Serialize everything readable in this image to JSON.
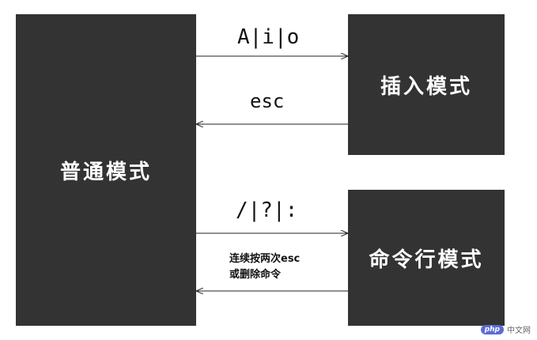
{
  "boxes": {
    "normal": "普通模式",
    "insert": "插入模式",
    "command": "命令行模式"
  },
  "transitions": {
    "to_insert": "A|i|o",
    "from_insert": "esc",
    "to_command": "/|?|:",
    "from_command_line1": "连续按两次esc",
    "from_command_line2": "或删除命令"
  },
  "watermark": {
    "logo": "php",
    "text": "中文网"
  },
  "colors": {
    "box": "#333333",
    "arrow": "#222222"
  }
}
